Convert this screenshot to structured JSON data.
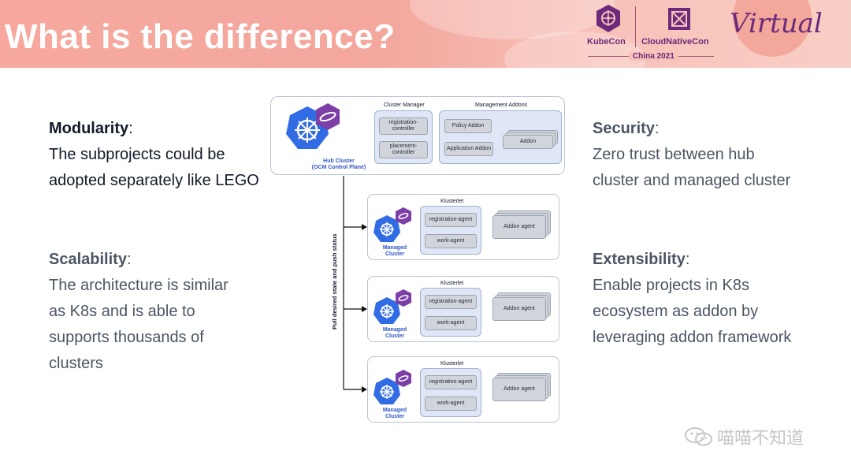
{
  "header": {
    "title": "What is the difference?",
    "kubecon_label": "KubeCon",
    "cloudnativecon_label": "CloudNativeCon",
    "event_label": "China 2021",
    "virtual_label": "Virtual"
  },
  "left": {
    "modularity": {
      "heading": "Modularity",
      "colon": ":",
      "lines": [
        "The subprojects could be",
        "adopted separately like LEGO"
      ]
    },
    "scalability": {
      "heading": "Scalability",
      "colon": ":",
      "lines": [
        "The architecture is similar",
        "as K8s and is able to",
        "supports thousands of",
        "clusters"
      ]
    }
  },
  "right": {
    "security": {
      "heading": "Security",
      "colon": ":",
      "lines": [
        "Zero trust between hub",
        "cluster and managed cluster"
      ]
    },
    "extensibility": {
      "heading": "Extensibility",
      "colon": ":",
      "lines": [
        "Enable projects in K8s",
        "ecosystem as addon by",
        "leveraging addon framework"
      ]
    }
  },
  "diagram": {
    "hub": {
      "label_line1": "Hub Cluster",
      "label_line2": "(OCM Control Plane)",
      "cluster_manager": "Cluster Manager",
      "registration_controller_1": "registration-",
      "registration_controller_2": "controller",
      "placement_controller_1": "placement-",
      "placement_controller_2": "controller",
      "management_addons": "Management Addons",
      "policy_addon": "Policy Addon",
      "application_addon": "Application Addon",
      "addon": "Addon"
    },
    "arrow_label": "Pull desired state and push status",
    "managed": [
      {
        "klusterlet": "Klusterlet",
        "registration_agent": "registration-agent",
        "work_agent": "work-agent",
        "addon_agent": "Addon agent",
        "label_line1": "Managed",
        "label_line2": "Cluster"
      },
      {
        "klusterlet": "Klusterlet",
        "registration_agent": "registration-agent",
        "work_agent": "work-agent",
        "addon_agent": "Addon agent",
        "label_line1": "Managed",
        "label_line2": "Cluster"
      },
      {
        "klusterlet": "Klusterlet",
        "registration_agent": "registration-agent",
        "work_agent": "work-agent",
        "addon_agent": "Addon agent",
        "label_line1": "Managed",
        "label_line2": "Cluster"
      }
    ]
  },
  "watermark": {
    "text": "喵喵不知道",
    "icon": "wechat-icon"
  },
  "colors": {
    "banner": "#f6a89f",
    "k8s_blue": "#326ce5",
    "ocm_purple": "#7b3fa6",
    "brand_purple": "#6b2a7a"
  }
}
